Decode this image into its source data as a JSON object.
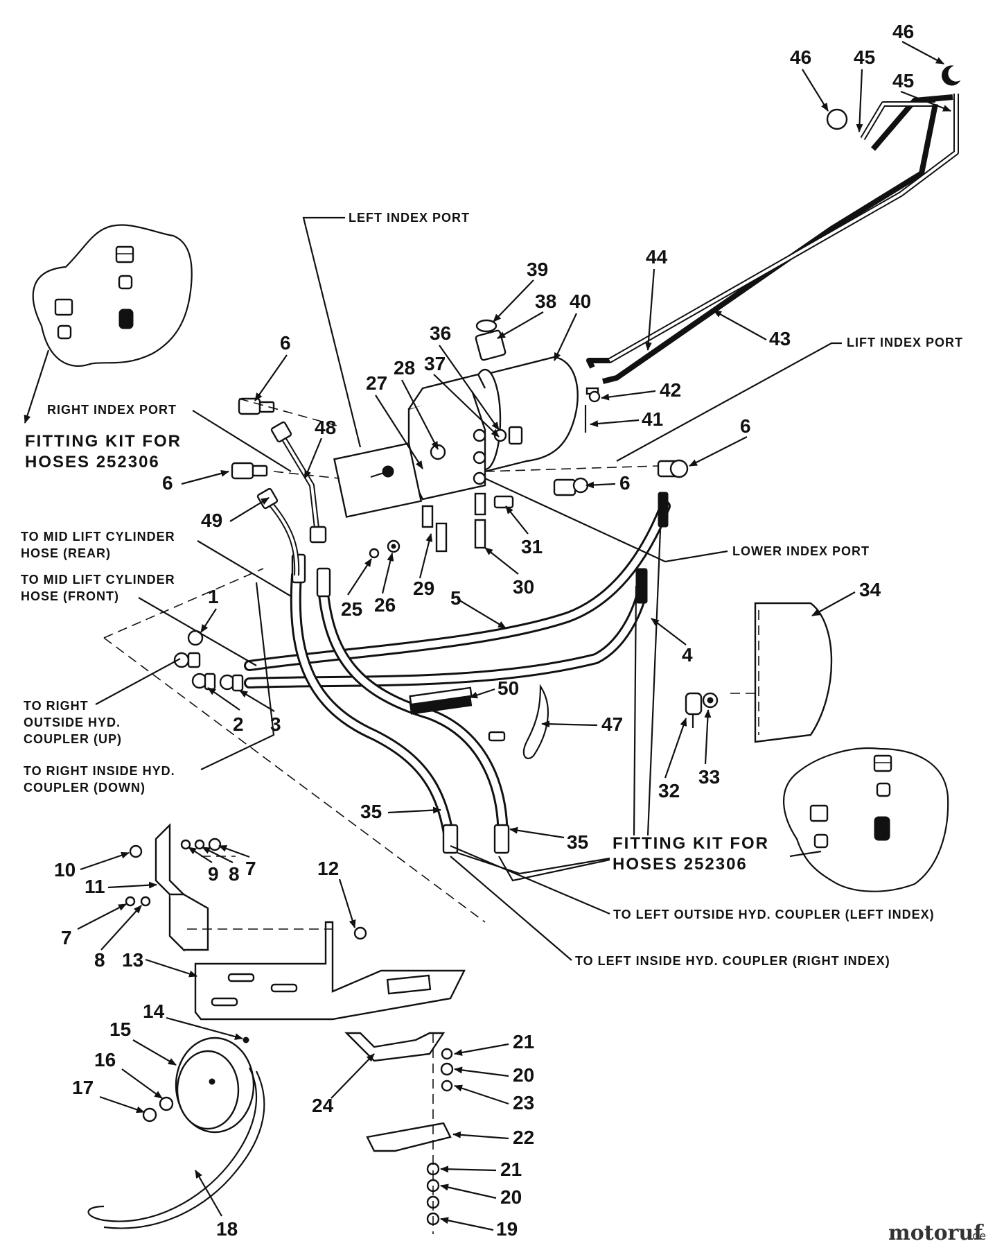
{
  "callouts": {
    "left_index_port": "LEFT INDEX PORT",
    "lift_index_port": "LIFT INDEX PORT",
    "right_index_port": "RIGHT INDEX PORT",
    "lower_index_port": "LOWER INDEX PORT",
    "mid_lift_rear_1": "TO MID LIFT CYLINDER",
    "mid_lift_rear_2": "HOSE (REAR)",
    "mid_lift_front_1": "TO MID LIFT CYLINDER",
    "mid_lift_front_2": "HOSE (FRONT)",
    "right_outside_1": "TO RIGHT",
    "right_outside_2": "OUTSIDE HYD.",
    "right_outside_3": "COUPLER (UP)",
    "right_inside_1": "TO RIGHT INSIDE HYD.",
    "right_inside_2": "COUPLER (DOWN)",
    "left_outside": "TO LEFT OUTSIDE HYD. COUPLER (LEFT INDEX)",
    "left_inside": "TO LEFT INSIDE HYD. COUPLER (RIGHT INDEX)"
  },
  "fitting_kits": {
    "left_line1": "FITTING KIT FOR",
    "left_line2": "HOSES 252306",
    "right_line1": "FITTING KIT FOR",
    "right_line2": "HOSES 252306"
  },
  "parts": {
    "p1": "1",
    "p2": "2",
    "p3": "3",
    "p4": "4",
    "p5": "5",
    "p6a": "6",
    "p6b": "6",
    "p6c": "6",
    "p6d": "6",
    "p7a": "7",
    "p7b": "7",
    "p8a": "8",
    "p8b": "8",
    "p9": "9",
    "p10": "10",
    "p11": "11",
    "p12": "12",
    "p13": "13",
    "p14": "14",
    "p15": "15",
    "p16": "16",
    "p17": "17",
    "p18": "18",
    "p19": "19",
    "p20a": "20",
    "p20b": "20",
    "p21a": "21",
    "p21b": "21",
    "p22": "22",
    "p23": "23",
    "p24": "24",
    "p25": "25",
    "p26": "26",
    "p27": "27",
    "p28": "28",
    "p29": "29",
    "p30": "30",
    "p31": "31",
    "p32": "32",
    "p33": "33",
    "p34": "34",
    "p35a": "35",
    "p35b": "35",
    "p36": "36",
    "p37": "37",
    "p38": "38",
    "p39": "39",
    "p40": "40",
    "p41": "41",
    "p42": "42",
    "p43": "43",
    "p44": "44",
    "p45a": "45",
    "p45b": "45",
    "p46a": "46",
    "p46b": "46",
    "p47": "47",
    "p48": "48",
    "p49": "49",
    "p50": "50"
  },
  "watermark": {
    "brand": "motoruf",
    "suffix": ".de"
  }
}
